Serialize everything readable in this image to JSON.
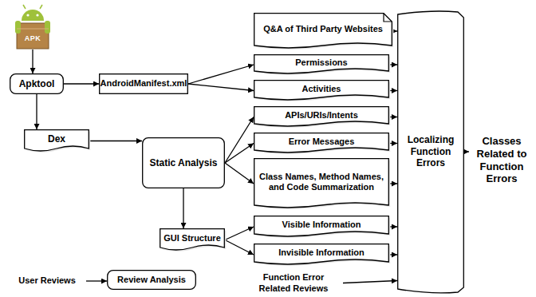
{
  "diagram": {
    "nodes": [
      {
        "text": [
          "APK"
        ]
      },
      {
        "text": [
          "Apktool"
        ]
      },
      {
        "text": [
          "AndroidManifest.xml"
        ]
      },
      {
        "text": [
          "Q&A of Third Party Websites"
        ]
      },
      {
        "text": [
          "Permissions"
        ]
      },
      {
        "text": [
          "Activities"
        ]
      },
      {
        "text": [
          "Dex"
        ]
      },
      {
        "text": [
          "Static Analysis"
        ]
      },
      {
        "text": [
          "APIs/URIs/Intents"
        ]
      },
      {
        "text": [
          "Error Messages"
        ]
      },
      {
        "text": [
          "Class Names, Method Names, and Code Summarization"
        ]
      },
      {
        "text": [
          "GUI Structure"
        ]
      },
      {
        "text": [
          "Visible Information"
        ]
      },
      {
        "text": [
          "Invisible Information"
        ]
      },
      {
        "text": [
          "User Reviews"
        ]
      },
      {
        "text": [
          "Review Analysis"
        ]
      },
      {
        "text": [
          "Function Error Related Reviews"
        ]
      },
      {
        "text": [
          "Localizing Function Errors"
        ]
      },
      {
        "text": [
          "Classes Related to Function Errors"
        ]
      }
    ],
    "edges": [
      {
        "from": 0,
        "to": 1,
        "arrow": "to"
      },
      {
        "from": 1,
        "to": 2,
        "arrow": "to"
      },
      {
        "from": 1,
        "to": 6,
        "arrow": "to"
      },
      {
        "from": 2,
        "to": 4,
        "arrow": "to"
      },
      {
        "from": 2,
        "to": 5,
        "arrow": "to"
      },
      {
        "from": 6,
        "to": 7,
        "arrow": "to"
      },
      {
        "from": 7,
        "to": 8,
        "arrow": "to"
      },
      {
        "from": 7,
        "to": 9,
        "arrow": "to"
      },
      {
        "from": 7,
        "to": 10,
        "arrow": "to"
      },
      {
        "from": 7,
        "to": 11,
        "arrow": "to"
      },
      {
        "from": 11,
        "to": 12,
        "arrow": "to"
      },
      {
        "from": 11,
        "to": 13,
        "arrow": "to"
      },
      {
        "from": 14,
        "to": 15,
        "arrow": "to"
      },
      {
        "from": 3,
        "to": 17,
        "arrow": "to"
      },
      {
        "from": 4,
        "to": 17,
        "arrow": "to"
      },
      {
        "from": 5,
        "to": 17,
        "arrow": "to"
      },
      {
        "from": 8,
        "to": 17,
        "arrow": "to"
      },
      {
        "from": 9,
        "to": 17,
        "arrow": "to"
      },
      {
        "from": 10,
        "to": 17,
        "arrow": "to"
      },
      {
        "from": 12,
        "to": 17,
        "arrow": "to"
      },
      {
        "from": 13,
        "to": 17,
        "arrow": "to"
      },
      {
        "from": 16,
        "to": 17,
        "arrow": "to"
      },
      {
        "from": 17,
        "to": 18,
        "arrow": "to"
      }
    ]
  }
}
